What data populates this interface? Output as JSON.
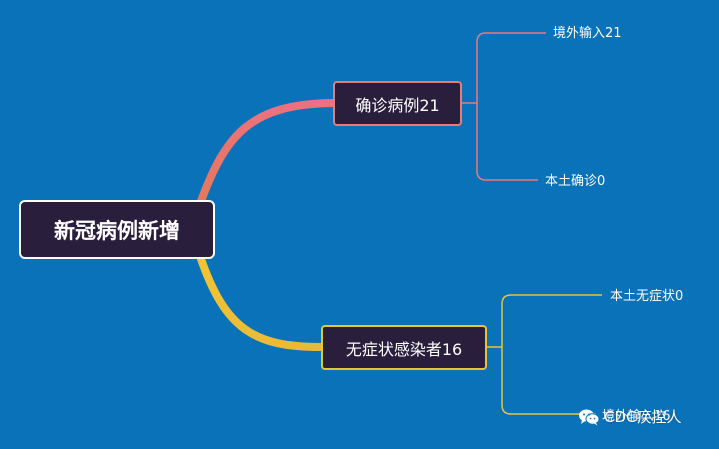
{
  "root": {
    "label": "新冠病例新增"
  },
  "branches": [
    {
      "label": "确诊病例21",
      "color": "#e97a7a",
      "children": [
        {
          "label": "境外输入21"
        },
        {
          "label": "本土确诊0"
        }
      ]
    },
    {
      "label": "无症状感染者16",
      "color": "#e6c43a",
      "children": [
        {
          "label": "本土无症状0"
        },
        {
          "label": "境外输入16"
        }
      ]
    }
  ],
  "watermark": {
    "text": "CDC疾控人",
    "icon": "wechat-icon"
  },
  "colors": {
    "background": "#0a72b8",
    "node_fill": "#2a1e3d",
    "root_border": "#ffffff"
  }
}
